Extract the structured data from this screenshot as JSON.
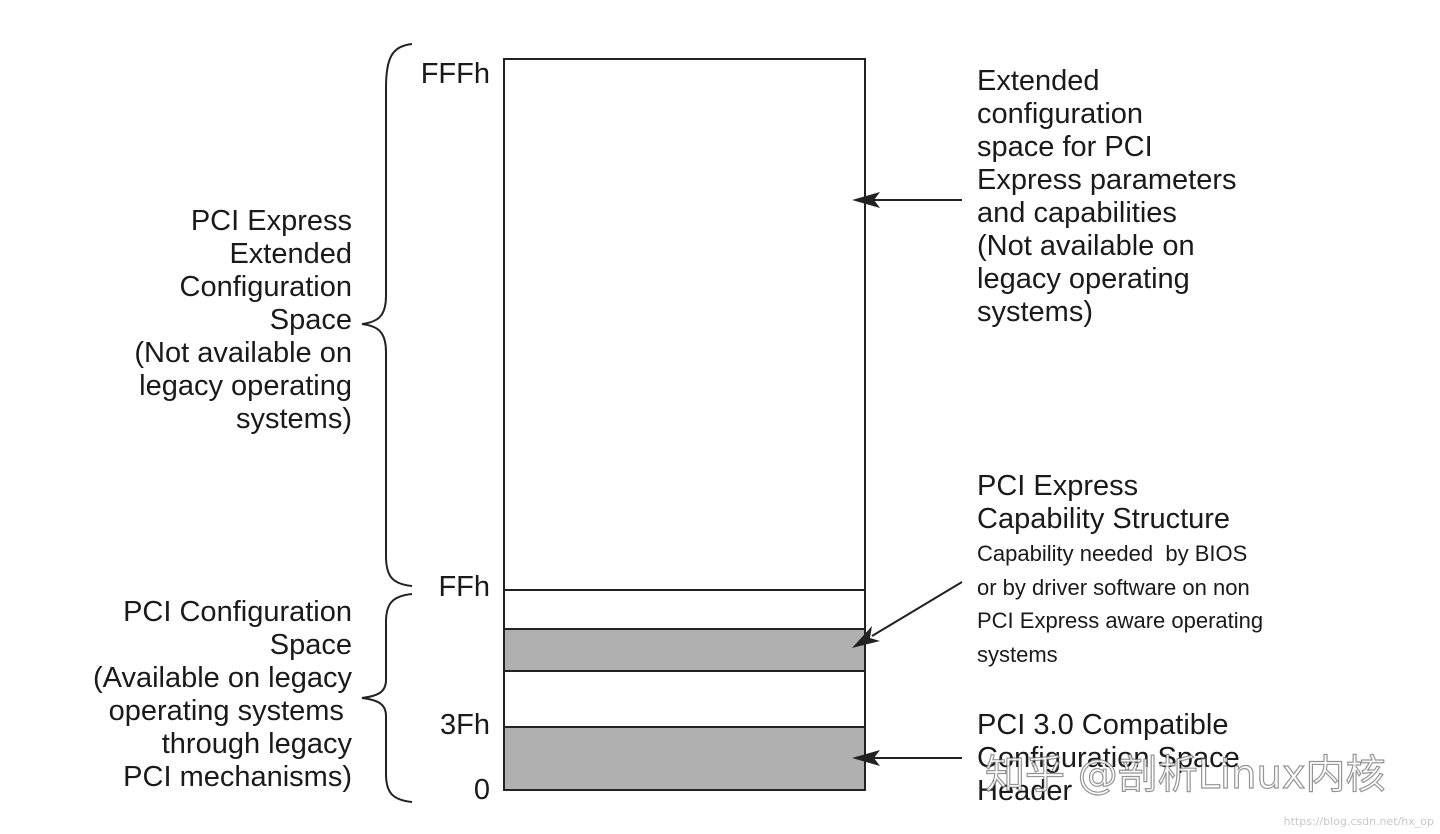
{
  "addresses": {
    "top": "FFFh",
    "ff": "FFh",
    "h3f": "3Fh",
    "zero": "0"
  },
  "left_labels": {
    "extended": "PCI Express\nExtended\nConfiguration\nSpace\n(Not available on\nlegacy operating\nsystems)",
    "legacy": "PCI Configuration\nSpace\n(Available on legacy\noperating systems \nthrough legacy\nPCI mechanisms)"
  },
  "right_labels": {
    "extended": "Extended\nconfiguration\nspace for PCI\nExpress parameters\nand capabilities\n(Not available on\nlegacy operating\nsystems)",
    "capability_title": "PCI Express\nCapability Structure",
    "capability_desc": "Capability needed  by BIOS\nor by driver software on non\nPCI Express aware operating\nsystems",
    "header": "PCI 3.0 Compatible\nConfiguration Space\nHeader"
  },
  "watermark": {
    "text": "知乎 @剖析Linux内核",
    "url": "https://blog.csdn.net/hx_op"
  },
  "colors": {
    "line": "#222222",
    "shaded": "#b0b0b0",
    "background": "#ffffff"
  }
}
